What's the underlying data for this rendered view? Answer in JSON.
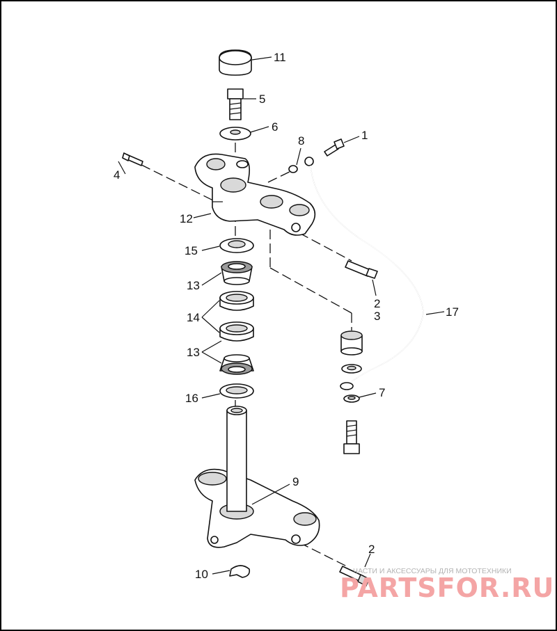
{
  "diagram": {
    "callouts": {
      "c1": "1",
      "c2_top": "2",
      "c3": "3",
      "c4": "4",
      "c5": "5",
      "c6": "6",
      "c7": "7",
      "c8": "8",
      "c9": "9",
      "c10": "10",
      "c11": "11",
      "c12": "12",
      "c13_upper": "13",
      "c13_lower": "13",
      "c14": "14",
      "c15": "15",
      "c16": "16",
      "c17": "17",
      "c2_bottom": "2"
    }
  },
  "watermark": {
    "tagline": "ЧАСТИ И АКСЕССУАРЫ ДЛЯ МОТОТЕХНИКИ",
    "brand": "PARTSFOR.RU",
    "colors": {
      "brand": "#f4a5a5",
      "tagline": "#b3b3b3"
    }
  }
}
